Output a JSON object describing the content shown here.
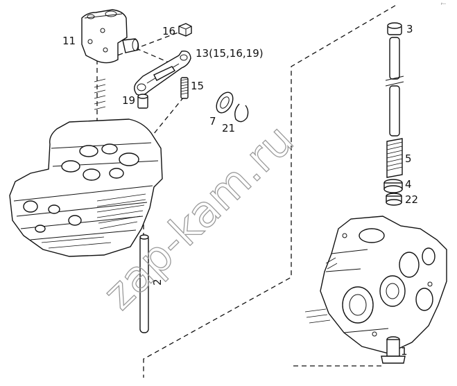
{
  "diagram": {
    "watermark": "zap-kam.ru",
    "corner_mark": "r---",
    "callouts": {
      "p11": "11",
      "p16": "16",
      "p13": "13(15,16,19)",
      "p15": "15",
      "p19": "19",
      "p7": "7",
      "p21": "21",
      "p2": "2",
      "p3": "3",
      "p5": "5",
      "p4": "4",
      "p22": "22",
      "p1": "1"
    }
  }
}
